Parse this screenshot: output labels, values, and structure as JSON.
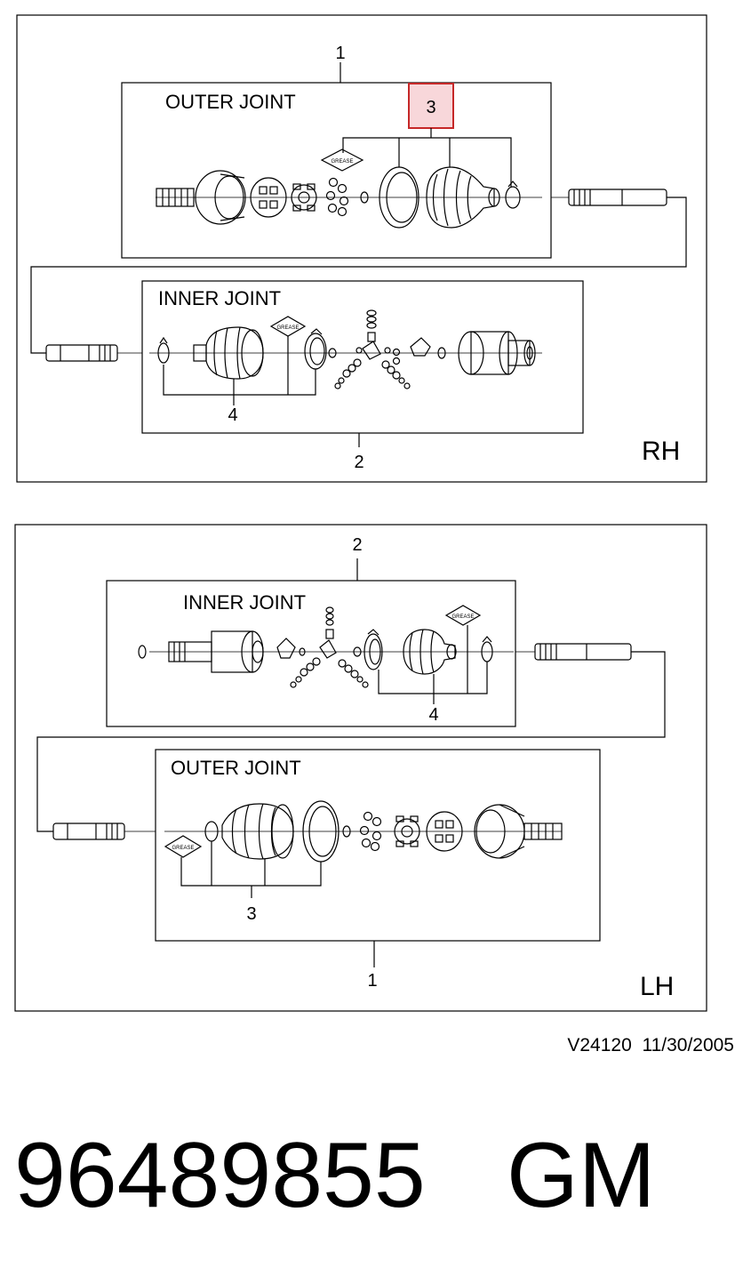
{
  "rh_panel": {
    "side": "RH",
    "outer_joint": {
      "title": "OUTER JOINT",
      "callout": "1",
      "boot_kit_callout": "3"
    },
    "inner_joint": {
      "title": "INNER JOINT",
      "callout": "2",
      "boot_kit_callout": "4"
    },
    "grease_label": "GREASE"
  },
  "lh_panel": {
    "side": "LH",
    "inner_joint": {
      "title": "INNER JOINT",
      "callout": "2",
      "boot_kit_callout": "4"
    },
    "outer_joint": {
      "title": "OUTER JOINT",
      "callout": "1",
      "boot_kit_callout": "3"
    },
    "grease_label": "GREASE"
  },
  "drawing_ref": "V24120  11/30/2005",
  "part_number": "96489855",
  "brand": "GM",
  "colors": {
    "highlight_fill": "#f8d7da",
    "highlight_stroke": "#c62828"
  }
}
